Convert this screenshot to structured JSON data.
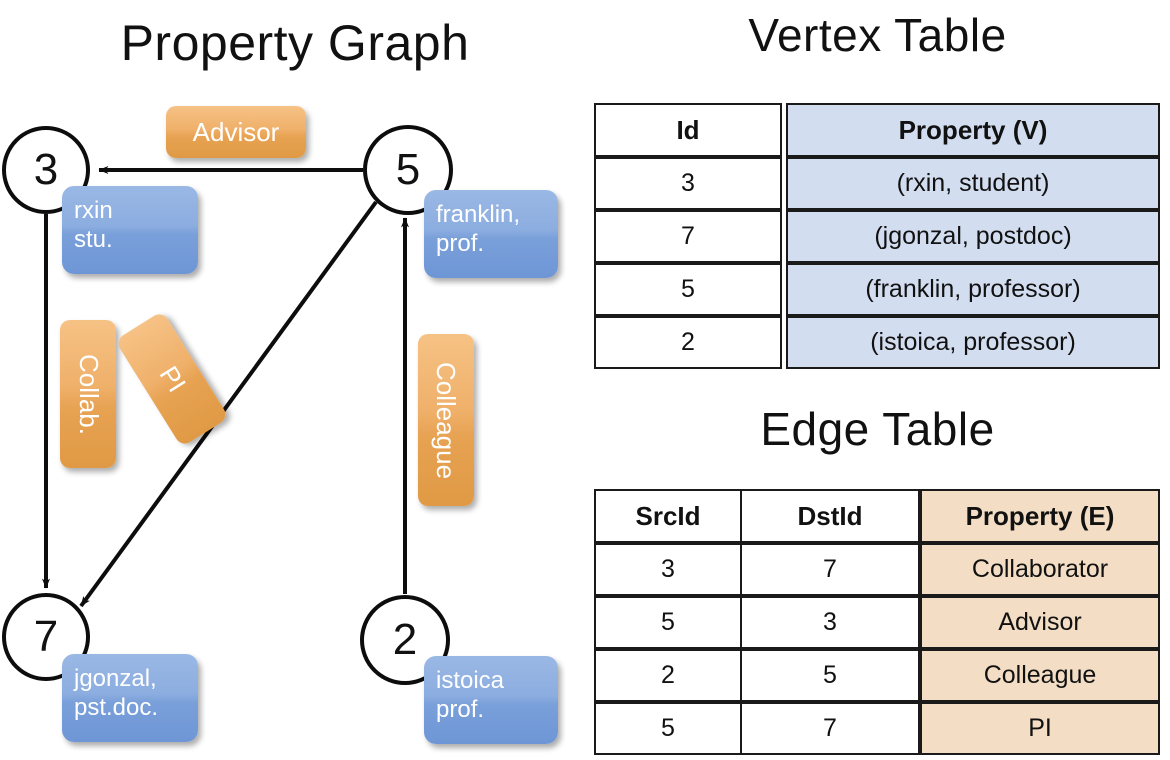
{
  "titles": {
    "graph": "Property Graph",
    "vertex_table": "Vertex Table",
    "edge_table": "Edge Table"
  },
  "colors": {
    "vertex_cell": "#d3ddf0",
    "edge_cell": "#f3ddc4",
    "node_property_box": "#8cade0",
    "edge_label_box": "#e7a252",
    "stroke": "#0d0d0d"
  },
  "graph": {
    "nodes": [
      {
        "id": "3",
        "property_line1": "rxin",
        "property_line2": "stu."
      },
      {
        "id": "5",
        "property_line1": "franklin,",
        "property_line2": "prof."
      },
      {
        "id": "7",
        "property_line1": "jgonzal,",
        "property_line2": "pst.doc."
      },
      {
        "id": "2",
        "property_line1": "istoica",
        "property_line2": "prof."
      }
    ],
    "edges": [
      {
        "src": "5",
        "dst": "3",
        "label": "Advisor",
        "orientation": "horizontal"
      },
      {
        "src": "3",
        "dst": "7",
        "label": "Collab.",
        "orientation": "vertical"
      },
      {
        "src": "5",
        "dst": "7",
        "label": "PI",
        "orientation": "diagonal"
      },
      {
        "src": "2",
        "dst": "5",
        "label": "Colleague",
        "orientation": "vertical"
      }
    ]
  },
  "vertex_table": {
    "headers": [
      "Id",
      "Property (V)"
    ],
    "rows": [
      {
        "id": "3",
        "property": "(rxin, student)"
      },
      {
        "id": "7",
        "property": "(jgonzal, postdoc)"
      },
      {
        "id": "5",
        "property": "(franklin, professor)"
      },
      {
        "id": "2",
        "property": "(istoica, professor)"
      }
    ]
  },
  "edge_table": {
    "headers": [
      "SrcId",
      "DstId",
      "Property (E)"
    ],
    "rows": [
      {
        "src": "3",
        "dst": "7",
        "property": "Collaborator"
      },
      {
        "src": "5",
        "dst": "3",
        "property": "Advisor"
      },
      {
        "src": "2",
        "dst": "5",
        "property": "Colleague"
      },
      {
        "src": "5",
        "dst": "7",
        "property": "PI"
      }
    ]
  }
}
